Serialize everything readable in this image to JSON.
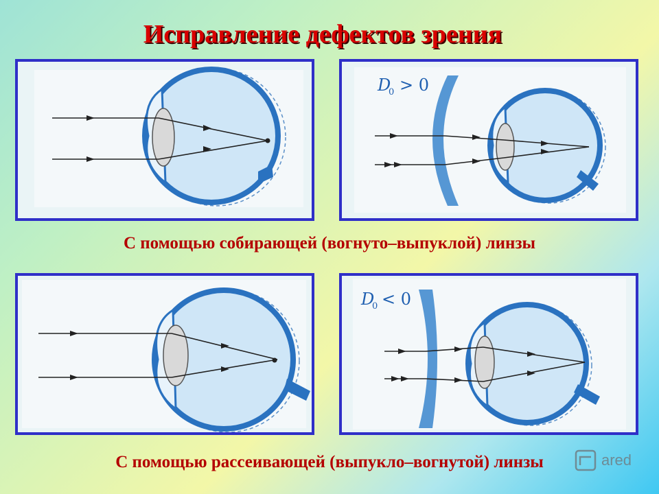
{
  "slide": {
    "title": "Исправление дефектов зрения",
    "caption_top": "С помощью собирающей (вогнуто–выпуклой) линзы",
    "caption_bottom": "С помощью рассеивающей (выпукло–вогнутой) линзы"
  },
  "panels": {
    "top_right_label": "D",
    "top_right_sub": "0",
    "top_right_rel": "> 0",
    "bottom_right_label": "D",
    "bottom_right_sub": "0",
    "bottom_right_rel": "< 0"
  },
  "watermark": {
    "text": "ared"
  },
  "colors": {
    "title": "#d80000",
    "caption": "#b40000",
    "panel_border": "#2f2fc8",
    "eye_wall": "#2a72c0",
    "eye_fill": "#cfe6f7"
  }
}
